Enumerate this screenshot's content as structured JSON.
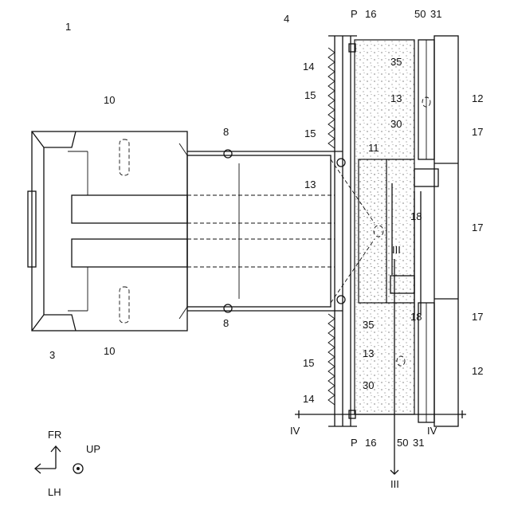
{
  "figure": {
    "ref_1": "1",
    "ref_3": "3",
    "ref_4": "4",
    "ref_8": "8",
    "ref_10": "10",
    "ref_11": "11",
    "ref_12": "12",
    "ref_13": "13",
    "ref_14": "14",
    "ref_15": "15",
    "ref_16": "16",
    "ref_17": "17",
    "ref_18": "18",
    "ref_30": "30",
    "ref_31": "31",
    "ref_35": "35",
    "ref_50": "50",
    "ref_P": "P",
    "section_III": "III",
    "section_IV": "IV"
  },
  "axes": {
    "fr": "FR",
    "lh": "LH",
    "up": "UP"
  }
}
